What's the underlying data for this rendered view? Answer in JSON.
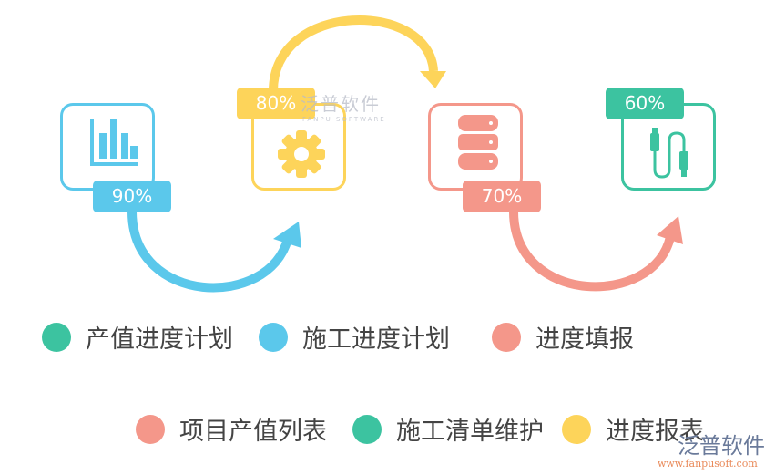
{
  "steps": [
    {
      "percent": "90%",
      "icon": "bar-chart-icon",
      "color": "#5bc8eb"
    },
    {
      "percent": "80%",
      "icon": "gear-icon",
      "color": "#fdd45a"
    },
    {
      "percent": "70%",
      "icon": "database-icon",
      "color": "#f4978a"
    },
    {
      "percent": "60%",
      "icon": "cable-connector-icon",
      "color": "#3cc3a0"
    }
  ],
  "legend": [
    {
      "label": "产值进度计划",
      "color": "#3cc3a0"
    },
    {
      "label": "施工进度计划",
      "color": "#5bc8eb"
    },
    {
      "label": "进度填报",
      "color": "#f4978a"
    },
    {
      "label": "项目产值列表",
      "color": "#f4978a"
    },
    {
      "label": "施工清单维护",
      "color": "#3cc3a0"
    },
    {
      "label": "进度报表",
      "color": "#fdd45a"
    }
  ],
  "watermark": {
    "cn": "泛普软件",
    "en": "FANPU SOFTWARE"
  },
  "logo": {
    "cn": "泛普软件",
    "url": "www.fanpusoft.com"
  }
}
